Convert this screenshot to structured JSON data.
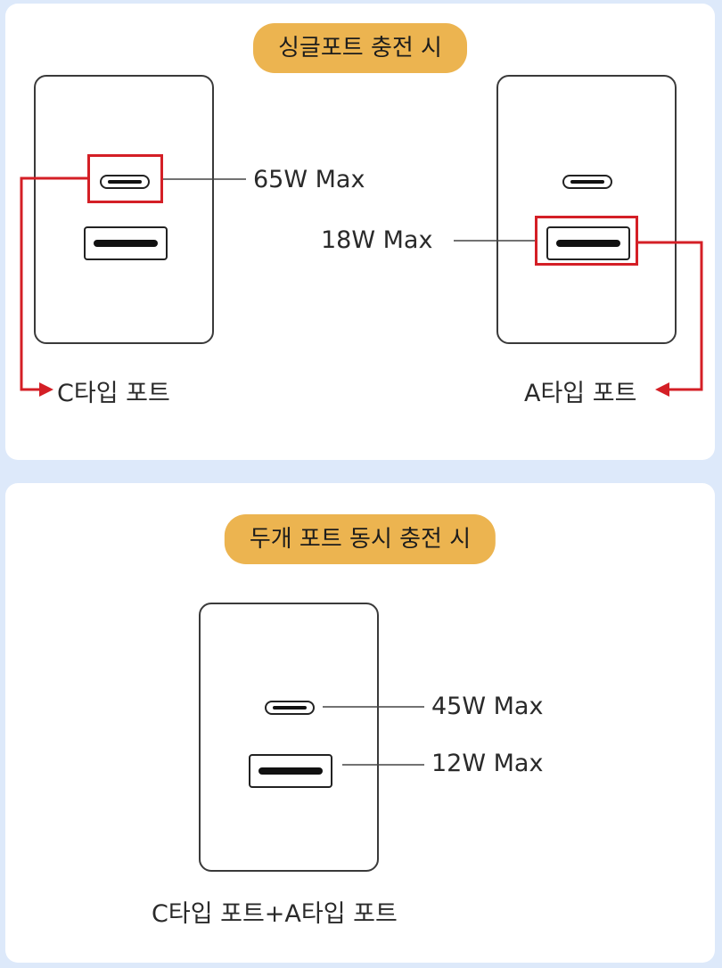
{
  "single": {
    "title": "싱글포트 충전 시",
    "c_watt": "65W Max",
    "a_watt": "18W Max",
    "c_port_label": "C타입 포트",
    "a_port_label": "A타입 포트"
  },
  "dual": {
    "title": "두개 포트 동시 충전 시",
    "c_watt": "45W Max",
    "a_watt": "12W Max",
    "ports_label": "C타입 포트+A타입 포트"
  },
  "colors": {
    "background": "#dde9fa",
    "pill": "#ecb450",
    "highlight": "#d41f26"
  }
}
